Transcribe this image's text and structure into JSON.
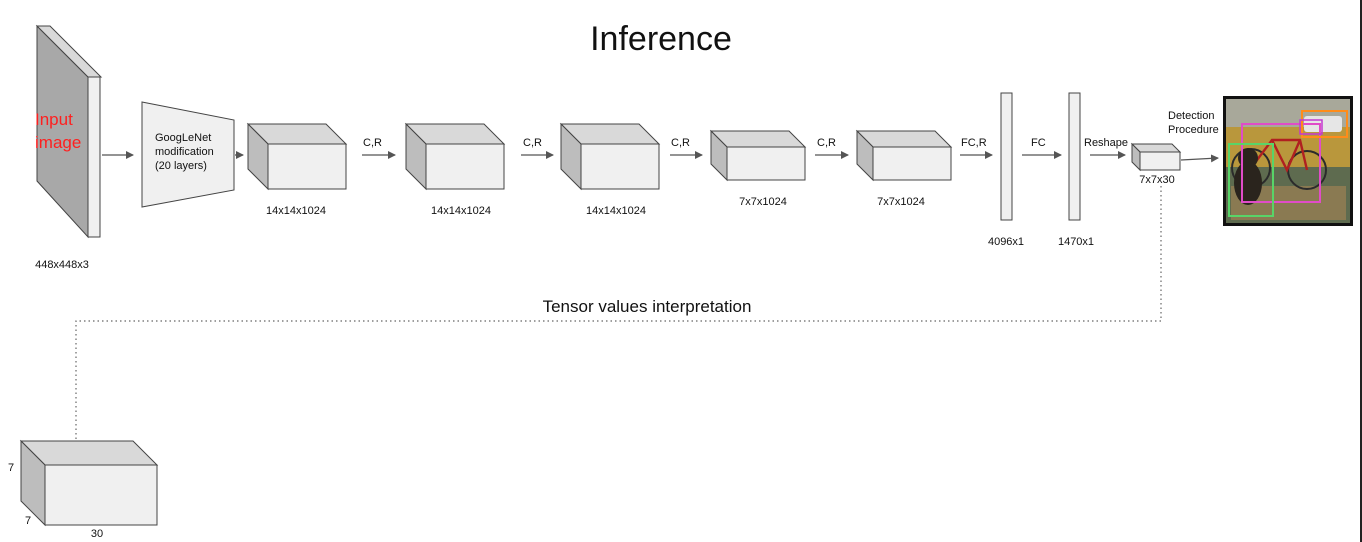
{
  "title": "Inference",
  "input": {
    "text_line1": "Input",
    "text_line2": "image",
    "dims": "448x448x3"
  },
  "backbone": {
    "line1": "GoogLeNet",
    "line2": "modification",
    "line3": "(20 layers)"
  },
  "blocks": [
    {
      "dims": "14x14x1024"
    },
    {
      "dims": "14x14x1024"
    },
    {
      "dims": "14x14x1024"
    },
    {
      "dims": "7x7x1024"
    },
    {
      "dims": "7x7x1024"
    }
  ],
  "ops": [
    "C,R",
    "C,R",
    "C,R",
    "C,R",
    "FC,R",
    "FC",
    "Reshape"
  ],
  "fc_layers": [
    {
      "dims": "4096x1"
    },
    {
      "dims": "1470x1"
    }
  ],
  "output_tensor": {
    "dims": "7x7x30"
  },
  "detection": {
    "line1": "Detection",
    "line2": "Procedure"
  },
  "interpretation": {
    "label": "Tensor values interpretation"
  },
  "tensor_detail": {
    "side_a": "7",
    "side_b": "7",
    "depth": "30"
  },
  "colors": {
    "input_text": "#ff1f1f",
    "box_front": "#f0f0f0",
    "box_side": "#bdbdbd",
    "stroke": "#444444",
    "arrow": "#555555"
  }
}
